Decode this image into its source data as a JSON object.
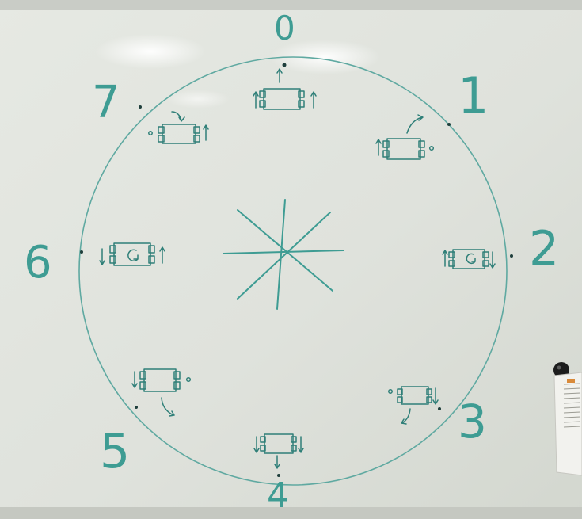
{
  "board": {
    "ink_color": "#3e9c93",
    "ink_dark": "#2f7f78",
    "surface_color": "#e3e6e0",
    "magnet_color": "#1a1a1a"
  },
  "clock": {
    "labels": [
      "0",
      "1",
      "2",
      "3",
      "4",
      "5",
      "6",
      "7"
    ]
  },
  "positions": [
    {
      "label": "0",
      "arrows": "up-up",
      "motion": "straight"
    },
    {
      "label": "1",
      "arrows": "up-dot",
      "motion": "curve-right"
    },
    {
      "label": "2",
      "arrows": "up-down",
      "motion": "spin"
    },
    {
      "label": "3",
      "arrows": "dot-down",
      "motion": "curve-down"
    },
    {
      "label": "4",
      "arrows": "down-down",
      "motion": "straight-down"
    },
    {
      "label": "5",
      "arrows": "down-dot",
      "motion": "curve-down"
    },
    {
      "label": "6",
      "arrows": "down-up",
      "motion": "spin"
    },
    {
      "label": "7",
      "arrows": "dot-up",
      "motion": "curve-left"
    }
  ]
}
